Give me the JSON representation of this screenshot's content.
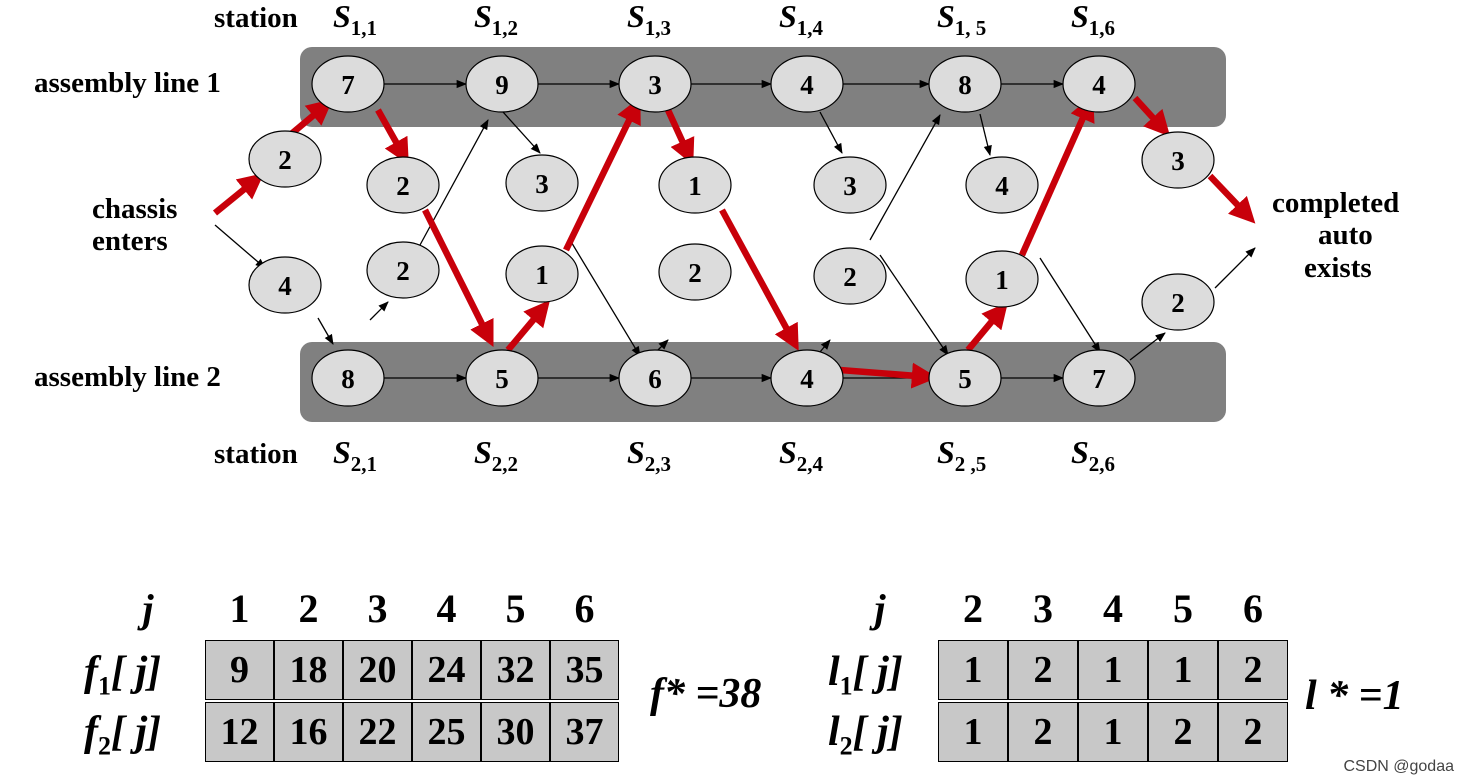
{
  "labels": {
    "line1": "assembly line 1",
    "line2": "assembly line 2",
    "enters_1": "chassis",
    "enters_2": "enters",
    "exits_1": "completed",
    "exits_2": "auto",
    "exits_3": "exists",
    "station_word": "station"
  },
  "stations_top": [
    {
      "sym": "S",
      "sub": "1,1"
    },
    {
      "sym": "S",
      "sub": "1,2"
    },
    {
      "sym": "S",
      "sub": "1,3"
    },
    {
      "sym": "S",
      "sub": "1,4"
    },
    {
      "sym": "S",
      "sub": "1, 5"
    },
    {
      "sym": "S",
      "sub": "1,6"
    }
  ],
  "stations_bottom": [
    {
      "sym": "S",
      "sub": "2,1"
    },
    {
      "sym": "S",
      "sub": "2,2"
    },
    {
      "sym": "S",
      "sub": "2,3"
    },
    {
      "sym": "S",
      "sub": "2,4"
    },
    {
      "sym": "S",
      "sub": "2 ,5"
    },
    {
      "sym": "S",
      "sub": "2,6"
    }
  ],
  "line1_costs": [
    "7",
    "9",
    "3",
    "4",
    "8",
    "4"
  ],
  "line2_costs": [
    "8",
    "5",
    "6",
    "4",
    "5",
    "7"
  ],
  "transfer_top": [
    "2",
    "2",
    "3",
    "1",
    "3",
    "4",
    "3"
  ],
  "transfer_bottom": [
    "4",
    "2",
    "1",
    "2",
    "2",
    "1",
    "2"
  ],
  "f_table": {
    "j_label": "j",
    "headers": [
      "1",
      "2",
      "3",
      "4",
      "5",
      "6"
    ],
    "row1_label": "f",
    "row1_sub": "1",
    "row1_arg": "[ j]",
    "row2_label": "f",
    "row2_sub": "2",
    "row2_arg": "[ j]",
    "row1": [
      "9",
      "18",
      "20",
      "24",
      "32",
      "35"
    ],
    "row2": [
      "12",
      "16",
      "22",
      "25",
      "30",
      "37"
    ],
    "star": "f* =38"
  },
  "l_table": {
    "j_label": "j",
    "headers": [
      "2",
      "3",
      "4",
      "5",
      "6"
    ],
    "row1_label": "l",
    "row1_sub": "1",
    "row1_arg": "[ j]",
    "row2_label": "l",
    "row2_sub": "2",
    "row2_arg": "[ j]",
    "row1": [
      "1",
      "2",
      "1",
      "1",
      "2"
    ],
    "row2": [
      "1",
      "2",
      "1",
      "2",
      "2"
    ],
    "star": "l * =1"
  },
  "watermark": "CSDN @godaa",
  "colors": {
    "path": "#c8000a",
    "band": "#808080",
    "node": "#dcdcdc",
    "cell": "#c8c8c8"
  }
}
